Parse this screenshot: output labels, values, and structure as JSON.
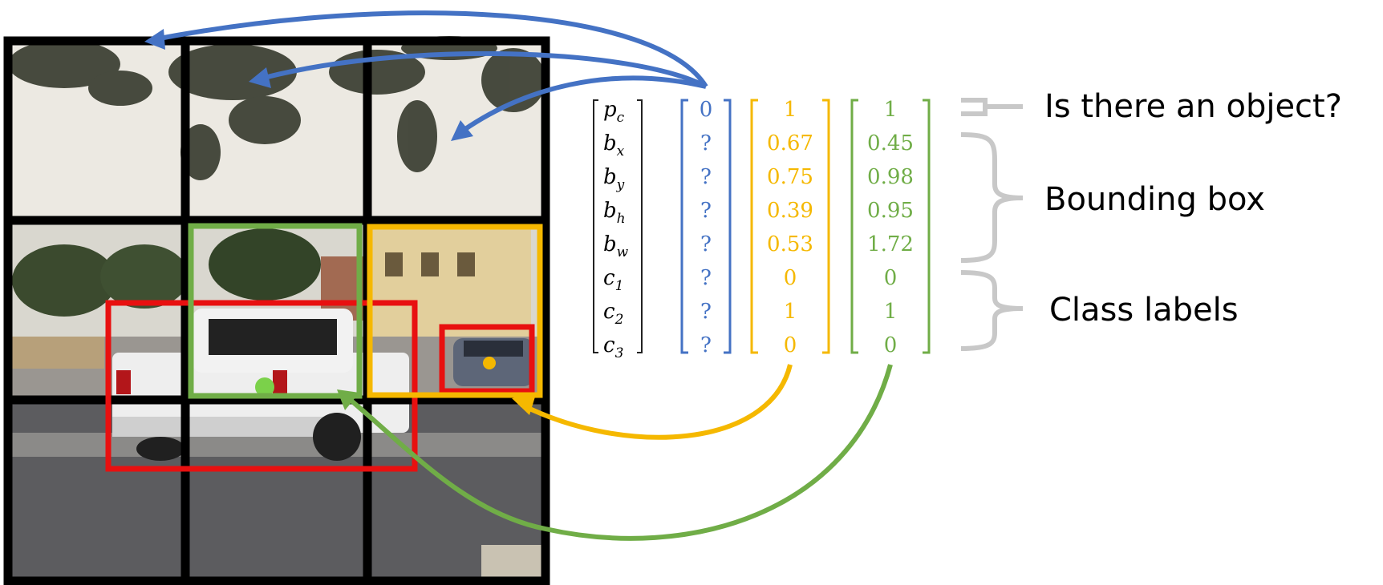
{
  "labels": {
    "object": "Is there an object?",
    "bbox": "Bounding box",
    "classes": "Class labels"
  },
  "vector_labels": [
    {
      "base": "p",
      "sub": "c"
    },
    {
      "base": "b",
      "sub": "x"
    },
    {
      "base": "b",
      "sub": "y"
    },
    {
      "base": "b",
      "sub": "h"
    },
    {
      "base": "b",
      "sub": "w"
    },
    {
      "base": "c",
      "sub": "1"
    },
    {
      "base": "c",
      "sub": "2"
    },
    {
      "base": "c",
      "sub": "3"
    }
  ],
  "vectors": [
    {
      "color": "#4472C4",
      "values": [
        "0",
        "?",
        "?",
        "?",
        "?",
        "?",
        "?",
        "?"
      ]
    },
    {
      "color": "#F5B800",
      "values": [
        "1",
        "0.67",
        "0.75",
        "0.39",
        "0.53",
        "0",
        "1",
        "0"
      ]
    },
    {
      "color": "#70AD47",
      "values": [
        "1",
        "0.45",
        "0.98",
        "0.95",
        "1.72",
        "0",
        "1",
        "0"
      ]
    }
  ],
  "colors": {
    "blue": "#4472C4",
    "yellow": "#F5B800",
    "green": "#70AD47",
    "red": "#E81010",
    "brace": "#C8C8C8",
    "grid": "#000000"
  }
}
